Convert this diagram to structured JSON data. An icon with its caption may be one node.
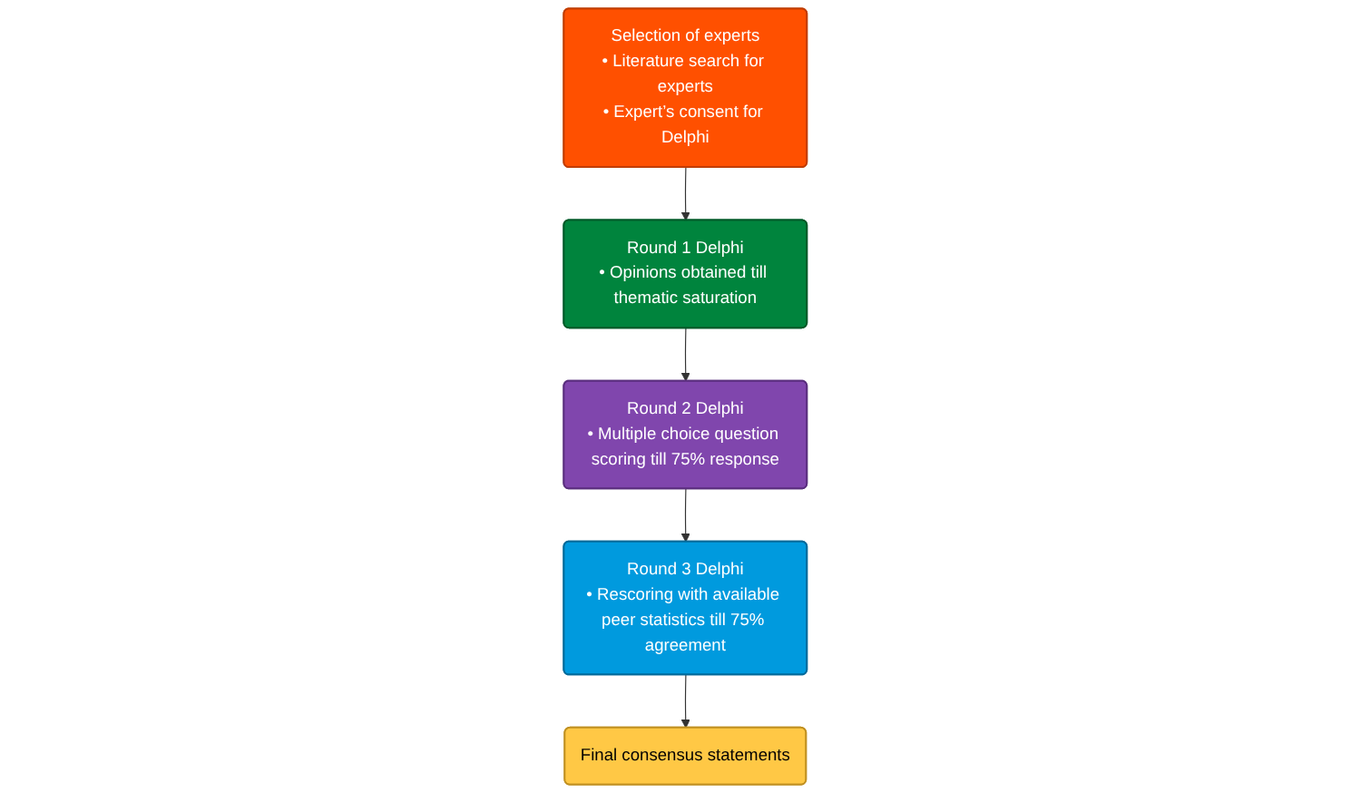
{
  "diagram": {
    "nodes": [
      {
        "text": [
          "Selection of experts",
          "• Literature search for experts",
          "• Expert’s consent for Delphi"
        ]
      },
      {
        "text": [
          "Round 1 Delphi",
          "• Opinions obtained till thematic saturation"
        ]
      },
      {
        "text": [
          "Round 2 Delphi",
          "• Multiple choice question scoring till 75% response"
        ]
      },
      {
        "text": [
          "Round 3 Delphi",
          "• Rescoring with available peer statistics till 75% agreement"
        ]
      },
      {
        "text": [
          "Final consensus statements"
        ]
      }
    ],
    "edges": [
      {
        "from": 0,
        "to": 1,
        "arrow": "to"
      },
      {
        "from": 1,
        "to": 2,
        "arrow": "to"
      },
      {
        "from": 2,
        "to": 3,
        "arrow": "to"
      },
      {
        "from": 3,
        "to": 4,
        "arrow": "to"
      }
    ]
  }
}
